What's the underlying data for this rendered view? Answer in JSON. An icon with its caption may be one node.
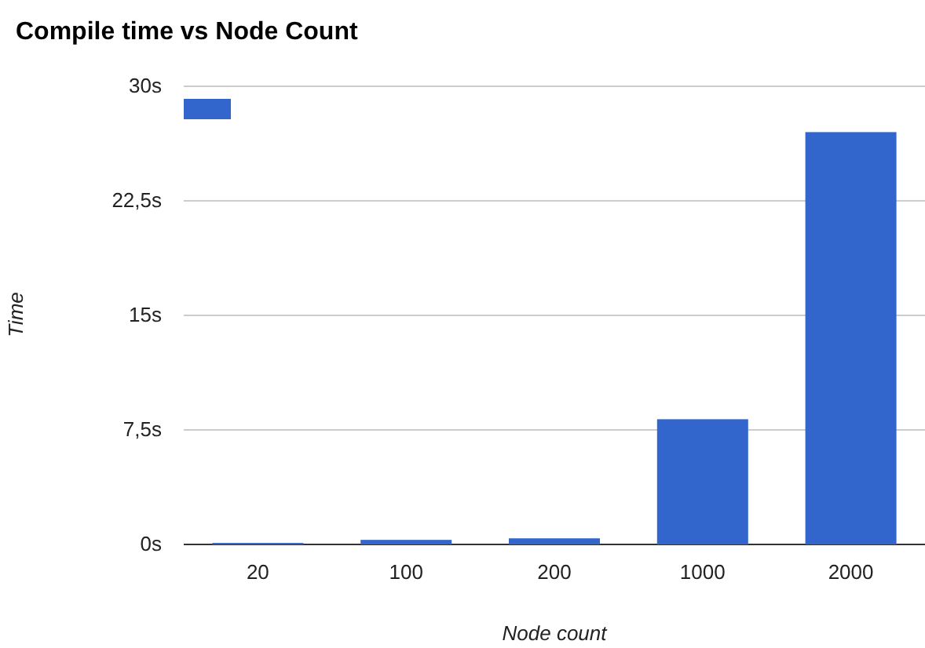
{
  "diagram": {
    "chart_data": {
      "type": "bar",
      "title": "Compile time vs Node Count",
      "xlabel": "Node count",
      "ylabel": "Time",
      "categories": [
        "20",
        "100",
        "200",
        "1000",
        "2000"
      ],
      "series": [
        {
          "color": "#3366cc",
          "values": [
            0.1,
            0.3,
            0.4,
            8.2,
            27
          ]
        }
      ],
      "grid": true,
      "ylim": [
        0,
        30
      ],
      "yticks": [
        {
          "value": 0,
          "label": "0s"
        },
        {
          "value": 7.5,
          "label": "7,5s"
        },
        {
          "value": 15,
          "label": "15s"
        },
        {
          "value": 22.5,
          "label": "22,5s"
        },
        {
          "value": 30,
          "label": "30s"
        }
      ]
    }
  }
}
